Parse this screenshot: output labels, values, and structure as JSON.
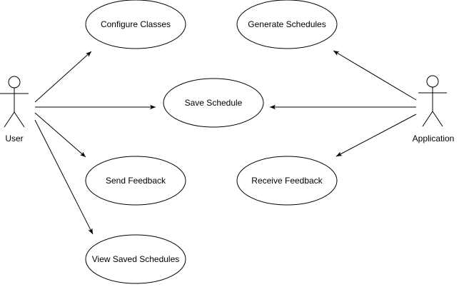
{
  "actors": {
    "user": {
      "label": "User"
    },
    "application": {
      "label": "Application"
    }
  },
  "use_cases": {
    "configure_classes": "Configure Classes",
    "generate_schedules": "Generate Schedules",
    "save_schedule": "Save Schedule",
    "send_feedback": "Send Feedback",
    "receive_feedback": "Receive Feedback",
    "view_saved_schedules": "View Saved Schedules"
  },
  "colors": {
    "stroke": "#000000",
    "background": "#ffffff"
  }
}
